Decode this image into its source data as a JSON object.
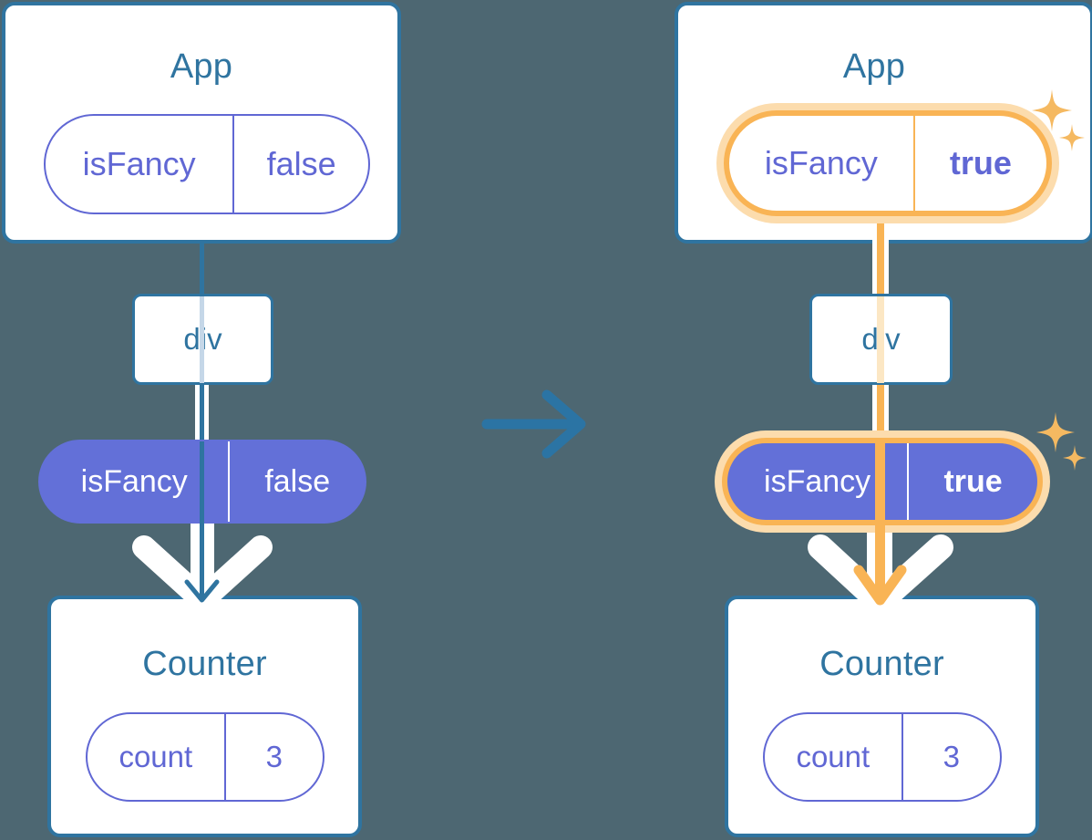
{
  "diagram": {
    "title": "React state propagation: isFancy false to true",
    "background_color": "#4d6772",
    "accent_blue": "#2f74a0",
    "accent_purple": "#6067d4",
    "accent_purple_fill": "#6370d8",
    "highlight_orange": "#f9b455",
    "highlight_orange_glow": "#fcdcad",
    "faint_blue": "#c5d7e8",
    "transition_arrow_icon": "arrow-right-icon",
    "sparkle_icon": "sparkle-icon"
  },
  "before": {
    "app": {
      "title": "App",
      "state_pill": {
        "key": "isFancy",
        "value": "false",
        "highlighted": false,
        "filled": false
      }
    },
    "div_node": {
      "label": "div"
    },
    "prop_pill": {
      "key": "isFancy",
      "value": "false",
      "highlighted": false,
      "filled": true
    },
    "counter": {
      "title": "Counter",
      "state_pill": {
        "key": "count",
        "value": "3",
        "highlighted": false,
        "filled": false
      }
    }
  },
  "after": {
    "app": {
      "title": "App",
      "state_pill": {
        "key": "isFancy",
        "value": "true",
        "highlighted": true,
        "filled": false
      }
    },
    "div_node": {
      "label": "div"
    },
    "prop_pill": {
      "key": "isFancy",
      "value": "true",
      "highlighted": true,
      "filled": true
    },
    "counter": {
      "title": "Counter",
      "state_pill": {
        "key": "count",
        "value": "3",
        "highlighted": false,
        "filled": false
      }
    }
  }
}
